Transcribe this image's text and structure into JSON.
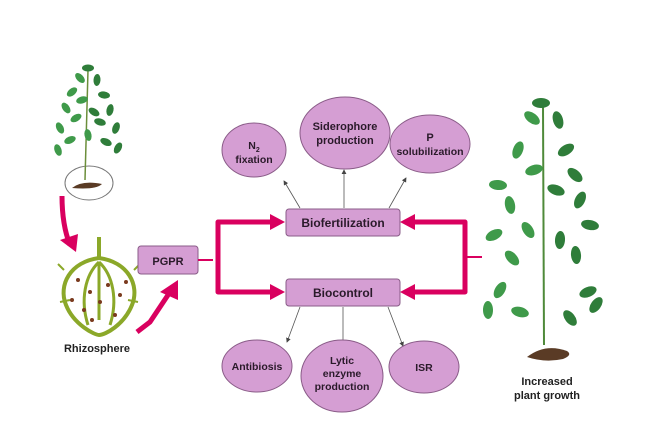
{
  "diagram": {
    "colors": {
      "node_fill": "#d59ed3",
      "node_stroke": "#8a5c88",
      "arrow_magenta": "#d9005f",
      "leaf_green": "#3f9a4a",
      "root_green": "#8ba829",
      "soil_brown": "#5a3b25",
      "connector_gray": "#555555"
    },
    "left_plant": {
      "caption": ""
    },
    "rhizosphere": {
      "label": "Rhizosphere"
    },
    "pgpr": {
      "label": "PGPR"
    },
    "biofertilization": {
      "label": "Biofertilization",
      "children": [
        {
          "id": "n2-fixation",
          "line1": "N",
          "subscript": "2",
          "line2": "fixation"
        },
        {
          "id": "siderophore-production",
          "line1": "Siderophore",
          "line2": "production"
        },
        {
          "id": "p-solubilization",
          "line1": "P",
          "line2": "solubilization"
        }
      ]
    },
    "biocontrol": {
      "label": "Biocontrol",
      "children": [
        {
          "id": "antibiosis",
          "lines": [
            "Antibiosis"
          ]
        },
        {
          "id": "lytic-enzyme-production",
          "lines": [
            "Lytic",
            "enzyme",
            "production"
          ]
        },
        {
          "id": "isr",
          "lines": [
            "ISR"
          ]
        }
      ]
    },
    "right_plant": {
      "caption_line1": "Increased",
      "caption_line2": "plant growth"
    }
  }
}
